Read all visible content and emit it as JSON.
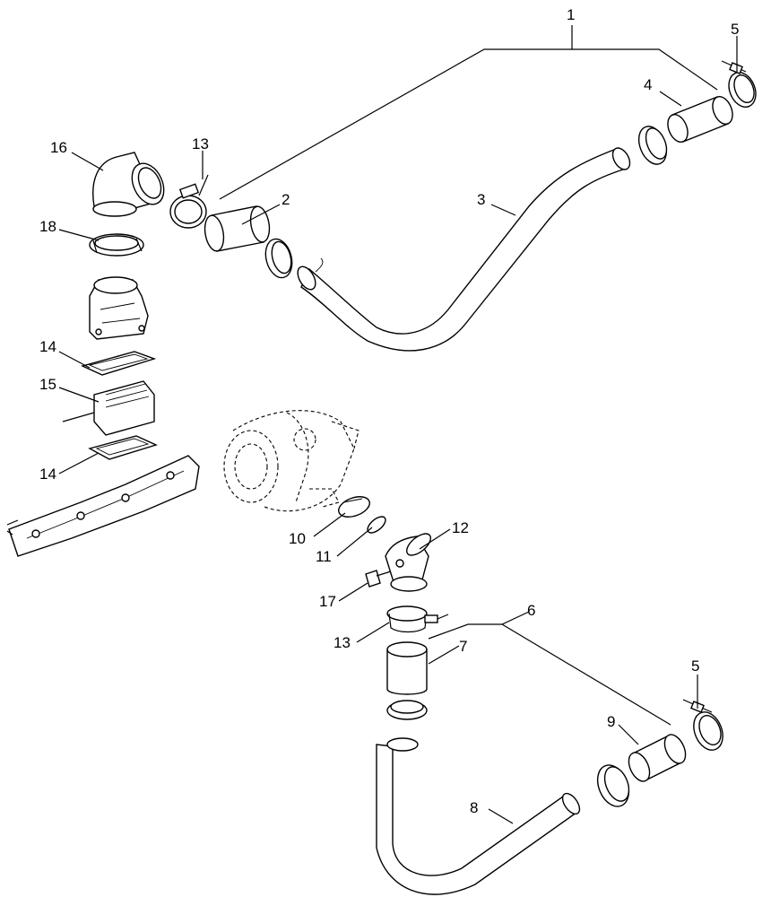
{
  "callouts": [
    {
      "id": "c1",
      "text": "1"
    },
    {
      "id": "c2",
      "text": "2"
    },
    {
      "id": "c3",
      "text": "3"
    },
    {
      "id": "c4",
      "text": "4"
    },
    {
      "id": "c5a",
      "text": "5"
    },
    {
      "id": "c5b",
      "text": "5"
    },
    {
      "id": "c6",
      "text": "6"
    },
    {
      "id": "c7",
      "text": "7"
    },
    {
      "id": "c8",
      "text": "8"
    },
    {
      "id": "c9",
      "text": "9"
    },
    {
      "id": "c10",
      "text": "10"
    },
    {
      "id": "c11",
      "text": "11"
    },
    {
      "id": "c12",
      "text": "12"
    },
    {
      "id": "c13a",
      "text": "13"
    },
    {
      "id": "c13b",
      "text": "13"
    },
    {
      "id": "c14a",
      "text": "14"
    },
    {
      "id": "c14b",
      "text": "14"
    },
    {
      "id": "c15",
      "text": "15"
    },
    {
      "id": "c16",
      "text": "16"
    },
    {
      "id": "c17",
      "text": "17"
    },
    {
      "id": "c18",
      "text": "18"
    }
  ]
}
